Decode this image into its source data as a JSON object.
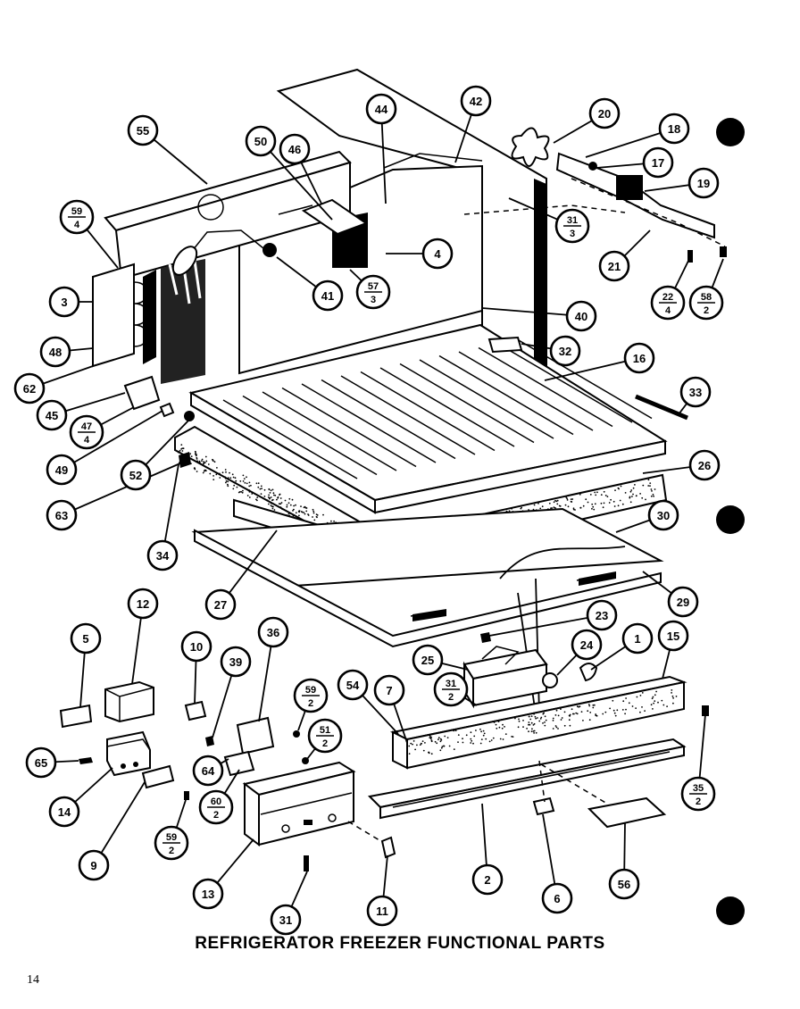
{
  "title": "REFRIGERATOR FREEZER FUNCTIONAL PARTS",
  "page_number": "14",
  "callouts": [
    {
      "id": "55"
    },
    {
      "id": "50"
    },
    {
      "id": "46"
    },
    {
      "id": "44"
    },
    {
      "id": "42"
    },
    {
      "id": "20"
    },
    {
      "id": "18"
    },
    {
      "id": "17"
    },
    {
      "id": "19"
    },
    {
      "id": "59",
      "qty": "4"
    },
    {
      "id": "3"
    },
    {
      "id": "4"
    },
    {
      "id": "41"
    },
    {
      "id": "57",
      "qty": "3"
    },
    {
      "id": "31",
      "qty": "3"
    },
    {
      "id": "21"
    },
    {
      "id": "22",
      "qty": "4"
    },
    {
      "id": "58",
      "qty": "2"
    },
    {
      "id": "48"
    },
    {
      "id": "40"
    },
    {
      "id": "32"
    },
    {
      "id": "62"
    },
    {
      "id": "16"
    },
    {
      "id": "45"
    },
    {
      "id": "47",
      "qty": "4"
    },
    {
      "id": "33"
    },
    {
      "id": "49"
    },
    {
      "id": "52"
    },
    {
      "id": "26"
    },
    {
      "id": "63"
    },
    {
      "id": "30"
    },
    {
      "id": "34"
    },
    {
      "id": "27"
    },
    {
      "id": "29"
    },
    {
      "id": "12"
    },
    {
      "id": "5"
    },
    {
      "id": "23"
    },
    {
      "id": "10"
    },
    {
      "id": "36"
    },
    {
      "id": "39"
    },
    {
      "id": "25"
    },
    {
      "id": "24"
    },
    {
      "id": "1"
    },
    {
      "id": "15"
    },
    {
      "id": "59",
      "qty": "2"
    },
    {
      "id": "54"
    },
    {
      "id": "7"
    },
    {
      "id": "31",
      "qty": "2"
    },
    {
      "id": "51",
      "qty": "2"
    },
    {
      "id": "65"
    },
    {
      "id": "64"
    },
    {
      "id": "60",
      "qty": "2"
    },
    {
      "id": "35",
      "qty": "2"
    },
    {
      "id": "14"
    },
    {
      "id": "59",
      "qty": "2"
    },
    {
      "id": "9"
    },
    {
      "id": "13"
    },
    {
      "id": "2"
    },
    {
      "id": "6"
    },
    {
      "id": "56"
    },
    {
      "id": "31"
    },
    {
      "id": "11"
    }
  ]
}
